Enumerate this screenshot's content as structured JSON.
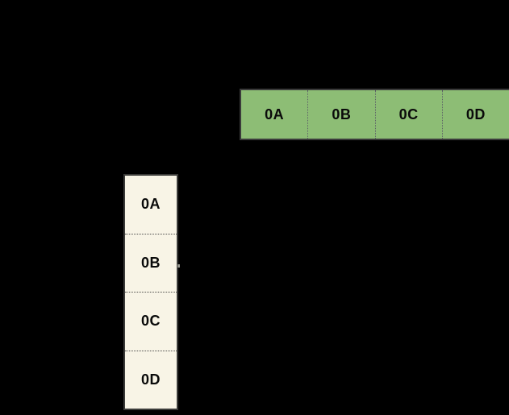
{
  "diagram": {
    "background": "#000000",
    "text_color": "#0a0a0a",
    "horizontal_array": {
      "fill": "#8dbd75",
      "border_color": "#3b3b3b",
      "divider_color": "#5e6468",
      "cells": [
        "0A",
        "0B",
        "0C",
        "0D"
      ]
    },
    "vertical_array": {
      "fill": "#f8f4e6",
      "border_color": "#3a3a38",
      "divider_color": "#4c4c4a",
      "cells": [
        "0A",
        "0B",
        "0C",
        "0D"
      ]
    },
    "pointer_mark_color": "#95958d"
  }
}
